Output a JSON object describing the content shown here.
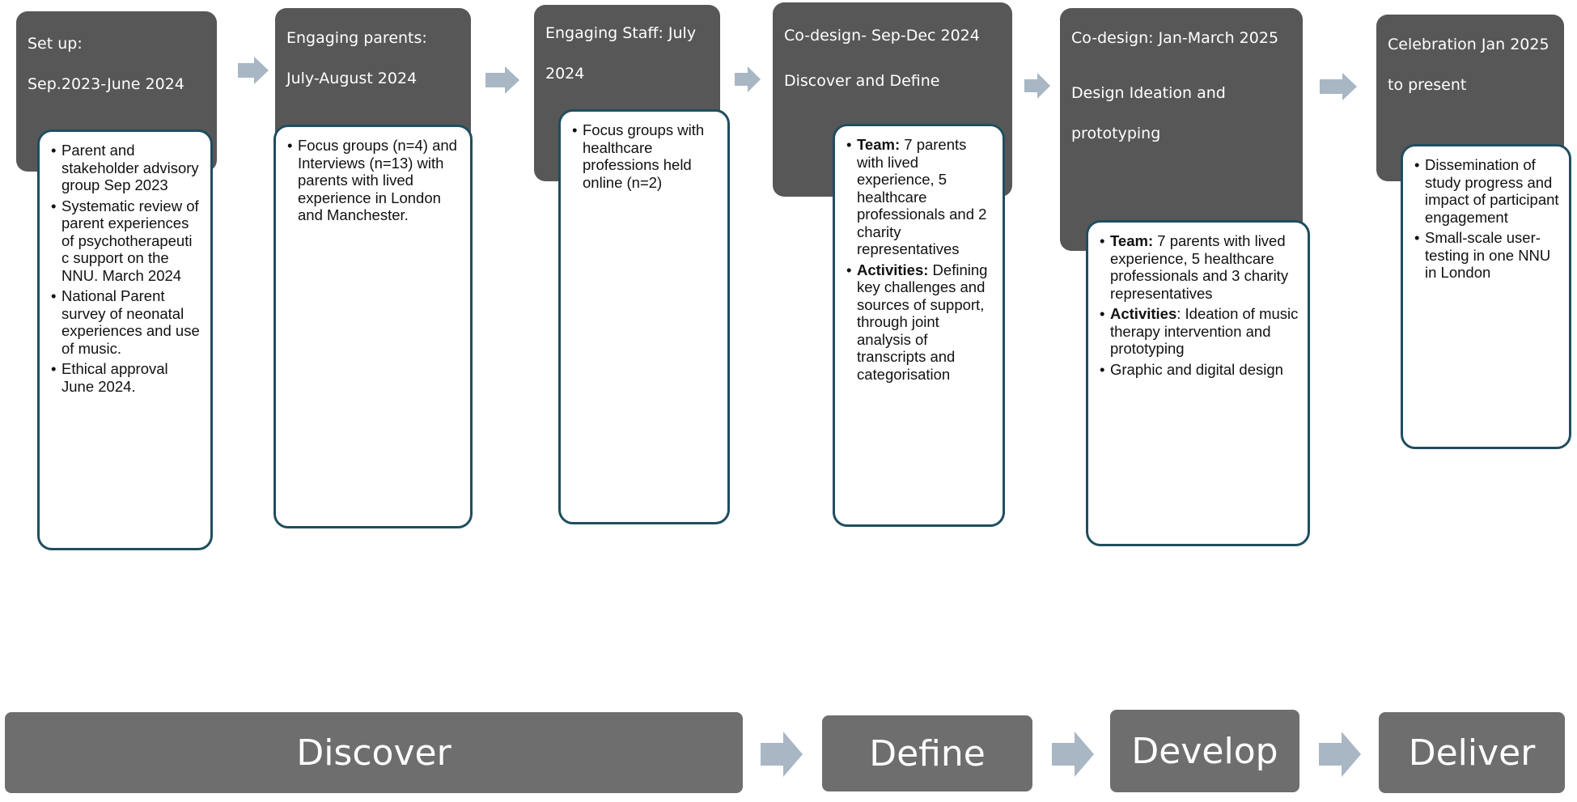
{
  "colors": {
    "header_bg": "#575757",
    "card_border": "#1f4e5f",
    "arrow": "#a9b6c4",
    "stage_bg": "#6e6e6e"
  },
  "phases": [
    {
      "header_lines": [
        "Set up:",
        "Sep.2023-June 2024"
      ],
      "items": [
        {
          "text": "Parent and stakeholder advisory group Sep 2023"
        },
        {
          "text": "Systematic review of parent experiences of psychotherapeuti c support on the NNU. March 2024"
        },
        {
          "text": "National Parent survey of neonatal experiences and use of music."
        },
        {
          "text": "Ethical approval June 2024."
        }
      ]
    },
    {
      "header_lines": [
        "Engaging parents:",
        "July-August 2024"
      ],
      "items": [
        {
          "text": "Focus groups (n=4) and Interviews (n=13) with parents with lived experience in London and Manchester."
        }
      ]
    },
    {
      "header_lines": [
        "Engaging Staff: July",
        "2024"
      ],
      "items": [
        {
          "text": "Focus groups with healthcare professions held online (n=2)"
        }
      ]
    },
    {
      "header_lines": [
        "Co-design- Sep-Dec 2024",
        "Discover and Define"
      ],
      "items": [
        {
          "label": "Team:",
          "text": " 7 parents with lived experience, 5 healthcare professionals and 2 charity representatives"
        },
        {
          "label": "Activities:",
          "text": " Defining key challenges and sources of support, through joint analysis of transcripts and categorisation"
        }
      ]
    },
    {
      "header_lines": [
        "Co-design: Jan-March 2025",
        "Design Ideation and",
        "prototyping"
      ],
      "items": [
        {
          "label": "Team:",
          "text": " 7 parents with lived experience, 5 healthcare professionals and 3 charity representatives"
        },
        {
          "label": "Activities",
          "text": ": Ideation of music therapy intervention and prototyping"
        },
        {
          "text": "Graphic and digital design"
        }
      ]
    },
    {
      "header_lines": [
        "Celebration Jan 2025",
        "to present"
      ],
      "items": [
        {
          "text": "Dissemination of study progress and impact of participant engagement"
        },
        {
          "text": "Small-scale user-testing in one NNU in London"
        }
      ]
    }
  ],
  "stages": [
    "Discover",
    "Define",
    "Develop",
    "Deliver"
  ]
}
